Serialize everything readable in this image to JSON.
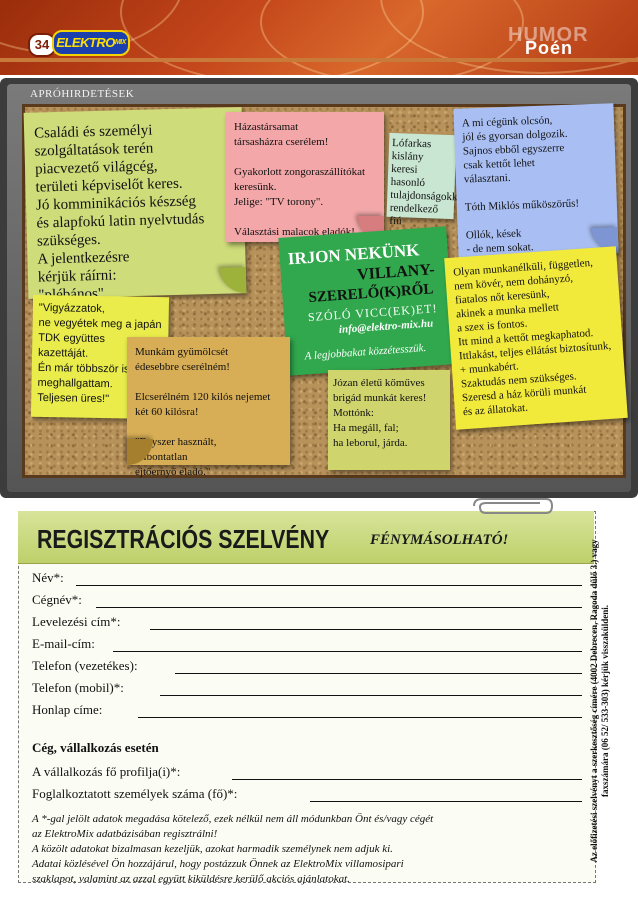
{
  "header": {
    "page_number": "34",
    "logo_text": "ELEKTRO",
    "logo_sub": "MIX",
    "section_watermark": "HUMOR",
    "section_title": "Poén"
  },
  "board": {
    "section_label": "APRÓHIRDETÉSEK",
    "notes": [
      {
        "id": "n1",
        "text": "Családi és személyi\nszolgáltatások terén\npiacvezető világcég,\nterületi képviselőt keres.\nJó komminikációs készség\nés alapfokú latin nyelvtudás\nszükséges.\nA jelentkezésre\nkérjük ráírni:\n\"plébános\"."
      },
      {
        "id": "n2",
        "text": "Házastársamat\ntársasházra cserélem!\n\nGyakorlott zongoraszállítókat\nkeresünk.\nJelige: \"TV torony\".\n\nVálasztási malacok eladók!"
      },
      {
        "id": "n3",
        "text": "Lófarkas kislány\nkeresi hasonló\ntulajdonságokkal\nrendelkező fiú\nismeretségét."
      },
      {
        "id": "n4",
        "text": "A mi cégünk olcsón,\njól és gyorsan dolgozik.\nSajnos ebből egyszerre\ncsak kettőt lehet\nválasztani.\n\nTóth Miklós műköszörűs!\n\nOllók, kések\n- de nem sokat."
      },
      {
        "id": "n6",
        "text": "\"Vigyázzatok,\nne vegyétek meg a japán\nTDK együttes\nkazettáját.\nÉn már többször is\nmeghallgattam.\nTeljesen üres!\""
      },
      {
        "id": "n7",
        "text": "Munkám gyümölcsét\nédesebbre cserélném!\n\nElcserélném 120 kilós nejemet\nkét 60 kilósra!\n\n\"Egyszer használt,\n         felbontatlan\n               ejtőernyő eladó.\""
      },
      {
        "id": "n8",
        "text": "Józan életű kőműves\nbrigád munkát keres!\nMottónk:\nHa megáll, fal;\nha leborul, járda."
      },
      {
        "id": "n9",
        "text": "Olyan munkanélküli, független,\nnem kövér, nem dohányzó,\nfiatalos nőt keresünk,\nakinek a munka mellett\na szex is fontos.\nItt mind a kettőt megkaphatod.\nIttlakást, teljes ellátást biztosítunk,\n+ munkabért.\nSzaktudás nem szükséges.\nSzeresd a ház körüli munkát\nés az állatokat."
      }
    ],
    "promo": {
      "line1": "IRJON NEKÜNK",
      "line2": "VILLANY-",
      "line3": "SZERELŐ(K)RŐL",
      "line4": "SZÓLÓ VICC(EK)ET!",
      "email": "info@elektro-mix.hu",
      "footer": "A legjobbakat közzétesszük."
    }
  },
  "form": {
    "title": "REGISZTRÁCIÓS SZELVÉNY",
    "subtitle": "FÉNYMÁSOLHATÓ!",
    "fields": [
      {
        "label": "Név*:"
      },
      {
        "label": "Cégnév*:"
      },
      {
        "label": "Levelezési  cím*:"
      },
      {
        "label": "E-mail-cím:"
      },
      {
        "label": "Telefon  (vezetékes):"
      },
      {
        "label": "Telefon  (mobil)*:"
      },
      {
        "label": "Honlap  címe:"
      }
    ],
    "company_heading": "Cég, vállalkozás esetén",
    "company_fields": [
      {
        "label": "A vállalkozás fő profilja(i)*:"
      },
      {
        "label": "Foglalkoztatott személyek száma (fő)*:"
      }
    ],
    "notes": [
      "A *-gal jelölt adatok megadása kötelező, ezek nélkül nem áll módunkban Önt és/vagy cégét",
      "az ElektroMix adatbázisában regisztrálni!",
      "A közölt adatokat bizalmasan kezeljük, azokat harmadik személynek nem adjuk ki.",
      "Adatai közlésével Ön hozzájárul, hogy postázzuk Önnek az ElektroMix villamosipari",
      "szaklapot, valamint az azzal együtt kiküldésre kerülő akciós ajánlatokat."
    ],
    "side_note": "Az előfizetési szelvényt a szerkesztőség címére (4002 Debrecen, Ragoda dűlő 3.) vagy faxszámára (06 52/ 533-303) kérjük visszaküldeni."
  }
}
